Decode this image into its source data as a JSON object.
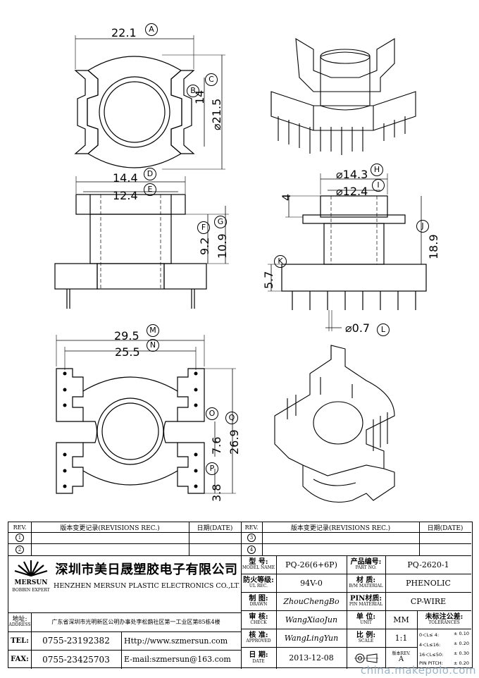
{
  "dims": {
    "A": {
      "value": "22.1",
      "tag": "A"
    },
    "B": {
      "value": "",
      "tag": "B"
    },
    "C": {
      "value": "14",
      "tag": "C"
    },
    "dia215": {
      "value": "⌀21.5",
      "tag": ""
    },
    "D": {
      "value": "14.4",
      "tag": "D"
    },
    "E": {
      "value": "12.4",
      "tag": "E"
    },
    "F": {
      "value": "",
      "tag": "F"
    },
    "G": {
      "value": "9.2",
      "tag": "G"
    },
    "h109": {
      "value": "10.9",
      "tag": ""
    },
    "H": {
      "value": "⌀14.3",
      "tag": "H"
    },
    "I": {
      "value": "⌀12.4",
      "tag": "I"
    },
    "v4": {
      "value": "4",
      "tag": ""
    },
    "J": {
      "value": "18.9",
      "tag": "J"
    },
    "K": {
      "value": "5.7",
      "tag": "K"
    },
    "L": {
      "value": "⌀0.7",
      "tag": "L"
    },
    "M": {
      "value": "29.5",
      "tag": "M"
    },
    "N": {
      "value": "25.5",
      "tag": "N"
    },
    "O": {
      "value": "7.6",
      "tag": "O"
    },
    "Q": {
      "value": "26.9",
      "tag": "Q"
    },
    "P": {
      "value": "3.8",
      "tag": "P"
    }
  },
  "rev": {
    "left": {
      "rev_label": "REV.",
      "record_label": "版本变更记录(REVISIONS REC.)",
      "date_label": "日期(DATE)",
      "rows": [
        "1",
        "2"
      ]
    },
    "right": {
      "rev_label": "REV.",
      "record_label": "版本变更记录(REVISIONS REC.)",
      "date_label": "日期(DATE)",
      "rows": [
        "3",
        "4"
      ]
    }
  },
  "company": {
    "name_cn": "深圳市美日晟塑胶电子有限公司",
    "name_en": "SHENZHEN MERSUN PLASTIC ELECTRONICS CO.,LTD",
    "logo_text": "MERSUN",
    "logo_sub": "BOBBIN EXPERT",
    "address_label_cn": "地址:",
    "address_label_en": "ADDRESS",
    "address": "广东省深圳市光明新区公明办事处李松蓢社区第一工业区第85栋4楼",
    "tel_label": "TEL:",
    "tel": "0755-23192382",
    "fax_label": "FAX:",
    "fax": "0755-23425703",
    "http": "Http://www.szmersun.com",
    "email": "E-mail:szmersun@163.com"
  },
  "spec": {
    "model_label": "型 号:",
    "model_sub": "MODEL NAME",
    "model": "PQ-26(6+6P)",
    "part_label": "产品编号:",
    "part_sub": "PART NO.",
    "part": "PQ-2620-1",
    "fire_label": "防火等级:",
    "fire_sub": "UL REC.",
    "fire": "94V-0",
    "material_label": "材 质:",
    "material_sub": "B/M MATERIAL",
    "material": "PHENOLIC",
    "drawn_label": "制 图:",
    "drawn_sub": "DRAWN",
    "drawn": "ZhouChengBo",
    "pin_label": "PIN材质:",
    "pin_sub": "PIN MATERIAL",
    "pin": "CP-WIRE",
    "check_label": "审 核:",
    "check_sub": "CHECK",
    "check": "WangXiaoJun",
    "unit_label": "单 位:",
    "unit_sub": "UNIT",
    "unit": "MM",
    "approved_label": "核 准:",
    "approved_sub": "APPROVED",
    "approved": "WangLingYun",
    "scale_label": "比 例:",
    "scale_sub": "SCALE",
    "scale": "1:1",
    "date_label": "日 期:",
    "date_sub": "DATE",
    "date": "2013-12-08",
    "revno_label": "版本REV.",
    "revno": "A",
    "tol_label": "未标注公差:",
    "tol_sub": "TOLERANCES",
    "tol_rows": [
      [
        "0＜L≤ 4:",
        "± 0.10"
      ],
      [
        "4＜L≤16:",
        "± 0.20"
      ],
      [
        "16＜L≤50:",
        "± 0.30"
      ],
      [
        "PIN PITCH:",
        "± 0.20"
      ]
    ]
  },
  "watermark": "china.makepolo.com"
}
